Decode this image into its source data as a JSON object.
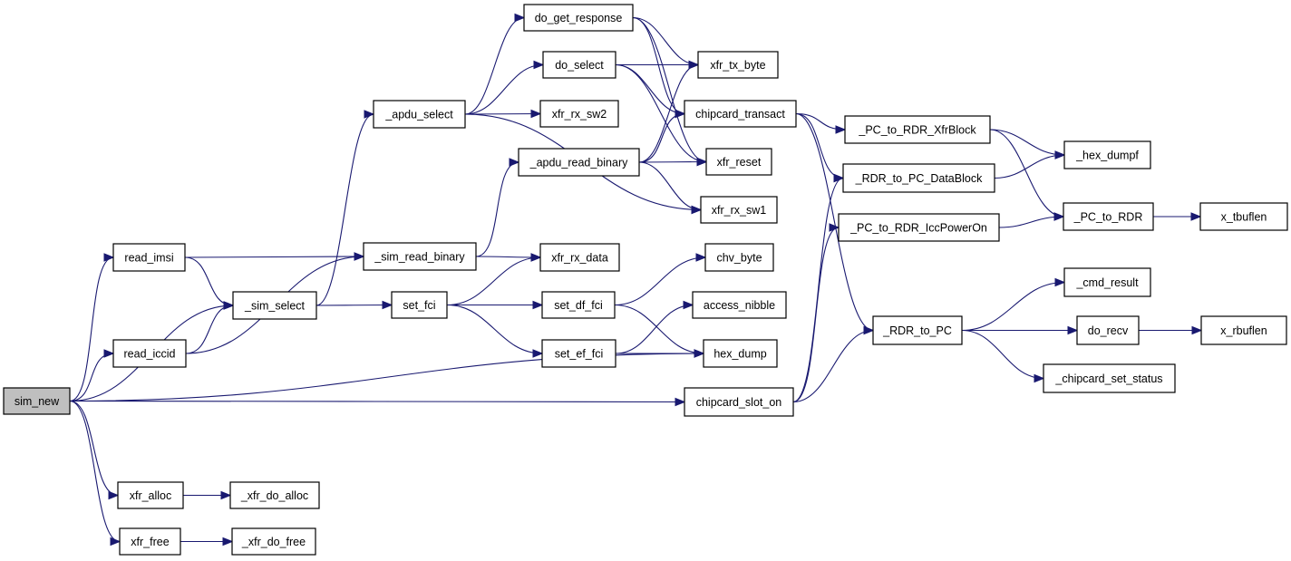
{
  "diagram": {
    "type": "call-graph",
    "colors": {
      "edge": "#191970",
      "node_border": "#000000",
      "node_fill": "#ffffff",
      "root_fill": "#bfbfbf"
    },
    "nodes": [
      {
        "id": "sim_new",
        "label": "sim_new",
        "root": true
      },
      {
        "id": "read_imsi",
        "label": "read_imsi"
      },
      {
        "id": "read_iccid",
        "label": "read_iccid"
      },
      {
        "id": "xfr_alloc",
        "label": "xfr_alloc"
      },
      {
        "id": "xfr_free",
        "label": "xfr_free"
      },
      {
        "id": "_xfr_do_alloc",
        "label": "_xfr_do_alloc"
      },
      {
        "id": "_xfr_do_free",
        "label": "_xfr_do_free"
      },
      {
        "id": "_sim_select",
        "label": "_sim_select"
      },
      {
        "id": "_apdu_select",
        "label": "_apdu_select"
      },
      {
        "id": "_sim_read_binary",
        "label": "_sim_read_binary"
      },
      {
        "id": "set_fci",
        "label": "set_fci"
      },
      {
        "id": "do_get_response",
        "label": "do_get_response"
      },
      {
        "id": "do_select",
        "label": "do_select"
      },
      {
        "id": "xfr_rx_sw2",
        "label": "xfr_rx_sw2"
      },
      {
        "id": "_apdu_read_binary",
        "label": "_apdu_read_binary"
      },
      {
        "id": "xfr_rx_data",
        "label": "xfr_rx_data"
      },
      {
        "id": "set_df_fci",
        "label": "set_df_fci"
      },
      {
        "id": "set_ef_fci",
        "label": "set_ef_fci"
      },
      {
        "id": "xfr_tx_byte",
        "label": "xfr_tx_byte"
      },
      {
        "id": "chipcard_transact",
        "label": "chipcard_transact"
      },
      {
        "id": "xfr_reset",
        "label": "xfr_reset"
      },
      {
        "id": "xfr_rx_sw1",
        "label": "xfr_rx_sw1"
      },
      {
        "id": "chv_byte",
        "label": "chv_byte"
      },
      {
        "id": "access_nibble",
        "label": "access_nibble"
      },
      {
        "id": "hex_dump",
        "label": "hex_dump"
      },
      {
        "id": "chipcard_slot_on",
        "label": "chipcard_slot_on"
      },
      {
        "id": "_PC_to_RDR_XfrBlock",
        "label": "_PC_to_RDR_XfrBlock"
      },
      {
        "id": "_RDR_to_PC_DataBlock",
        "label": "_RDR_to_PC_DataBlock"
      },
      {
        "id": "_PC_to_RDR_IccPowerOn",
        "label": "_PC_to_RDR_IccPowerOn"
      },
      {
        "id": "_RDR_to_PC",
        "label": "_RDR_to_PC"
      },
      {
        "id": "_hex_dumpf",
        "label": "_hex_dumpf"
      },
      {
        "id": "_PC_to_RDR",
        "label": "_PC_to_RDR"
      },
      {
        "id": "x_tbuflen",
        "label": "x_tbuflen"
      },
      {
        "id": "_cmd_result",
        "label": "_cmd_result"
      },
      {
        "id": "do_recv",
        "label": "do_recv"
      },
      {
        "id": "x_rbuflen",
        "label": "x_rbuflen"
      },
      {
        "id": "_chipcard_set_status",
        "label": "_chipcard_set_status"
      }
    ],
    "edges": [
      {
        "from": "sim_new",
        "to": "read_imsi"
      },
      {
        "from": "sim_new",
        "to": "_sim_select"
      },
      {
        "from": "sim_new",
        "to": "read_iccid"
      },
      {
        "from": "sim_new",
        "to": "hex_dump"
      },
      {
        "from": "sim_new",
        "to": "chipcard_slot_on"
      },
      {
        "from": "sim_new",
        "to": "xfr_alloc"
      },
      {
        "from": "sim_new",
        "to": "xfr_free"
      },
      {
        "from": "read_imsi",
        "to": "_sim_read_binary"
      },
      {
        "from": "read_imsi",
        "to": "_sim_select"
      },
      {
        "from": "read_iccid",
        "to": "_sim_select"
      },
      {
        "from": "read_iccid",
        "to": "_sim_read_binary"
      },
      {
        "from": "xfr_alloc",
        "to": "_xfr_do_alloc"
      },
      {
        "from": "xfr_free",
        "to": "_xfr_do_free"
      },
      {
        "from": "_sim_select",
        "to": "_apdu_select"
      },
      {
        "from": "_sim_select",
        "to": "set_fci"
      },
      {
        "from": "_apdu_select",
        "to": "do_get_response"
      },
      {
        "from": "_apdu_select",
        "to": "do_select"
      },
      {
        "from": "_apdu_select",
        "to": "xfr_rx_sw2"
      },
      {
        "from": "_apdu_select",
        "to": "xfr_rx_sw1"
      },
      {
        "from": "_sim_read_binary",
        "to": "_apdu_read_binary"
      },
      {
        "from": "_sim_read_binary",
        "to": "xfr_rx_data"
      },
      {
        "from": "set_fci",
        "to": "xfr_rx_data"
      },
      {
        "from": "set_fci",
        "to": "set_df_fci"
      },
      {
        "from": "set_fci",
        "to": "set_ef_fci"
      },
      {
        "from": "do_get_response",
        "to": "xfr_tx_byte"
      },
      {
        "from": "do_get_response",
        "to": "chipcard_transact"
      },
      {
        "from": "do_get_response",
        "to": "xfr_reset"
      },
      {
        "from": "do_select",
        "to": "xfr_tx_byte"
      },
      {
        "from": "do_select",
        "to": "chipcard_transact"
      },
      {
        "from": "do_select",
        "to": "xfr_reset"
      },
      {
        "from": "_apdu_read_binary",
        "to": "xfr_tx_byte"
      },
      {
        "from": "_apdu_read_binary",
        "to": "chipcard_transact"
      },
      {
        "from": "_apdu_read_binary",
        "to": "xfr_reset"
      },
      {
        "from": "_apdu_read_binary",
        "to": "xfr_rx_sw1"
      },
      {
        "from": "set_df_fci",
        "to": "chv_byte"
      },
      {
        "from": "set_df_fci",
        "to": "hex_dump"
      },
      {
        "from": "set_ef_fci",
        "to": "access_nibble"
      },
      {
        "from": "set_ef_fci",
        "to": "hex_dump"
      },
      {
        "from": "chipcard_transact",
        "to": "_PC_to_RDR_XfrBlock"
      },
      {
        "from": "chipcard_transact",
        "to": "_RDR_to_PC_DataBlock"
      },
      {
        "from": "chipcard_transact",
        "to": "_RDR_to_PC"
      },
      {
        "from": "chipcard_slot_on",
        "to": "_RDR_to_PC_DataBlock"
      },
      {
        "from": "chipcard_slot_on",
        "to": "_PC_to_RDR_IccPowerOn"
      },
      {
        "from": "chipcard_slot_on",
        "to": "_RDR_to_PC"
      },
      {
        "from": "_PC_to_RDR_XfrBlock",
        "to": "_hex_dumpf"
      },
      {
        "from": "_PC_to_RDR_XfrBlock",
        "to": "_PC_to_RDR"
      },
      {
        "from": "_RDR_to_PC_DataBlock",
        "to": "_hex_dumpf"
      },
      {
        "from": "_PC_to_RDR_IccPowerOn",
        "to": "_PC_to_RDR"
      },
      {
        "from": "_PC_to_RDR",
        "to": "x_tbuflen"
      },
      {
        "from": "_RDR_to_PC",
        "to": "_cmd_result"
      },
      {
        "from": "_RDR_to_PC",
        "to": "do_recv"
      },
      {
        "from": "_RDR_to_PC",
        "to": "_chipcard_set_status"
      },
      {
        "from": "do_recv",
        "to": "x_rbuflen"
      }
    ]
  }
}
